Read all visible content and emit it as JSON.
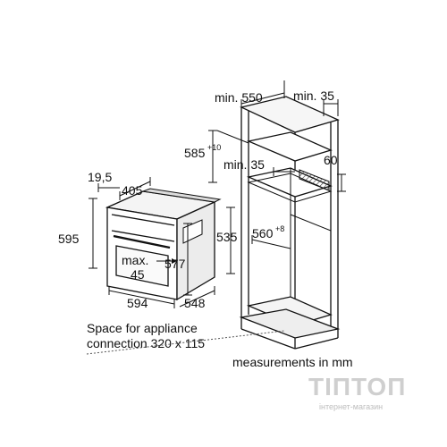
{
  "oven": {
    "width_label": "594",
    "height_label": "595",
    "depth_label": "548",
    "top_depth_label": "405",
    "offset_label": "19,5",
    "inner_height_label": "577",
    "inner_height2_label": "535",
    "max_label_line1": "max.",
    "max_label_line2": "45"
  },
  "cabinet": {
    "min_depth_label": "min. 550",
    "min_top_label": "min. 35",
    "niche_height_label": "585",
    "niche_height_tolerance": "+10",
    "min_gap_label": "min. 35",
    "vent_label": "60",
    "niche_width_label": "560",
    "niche_width_tolerance": "+8"
  },
  "notes": {
    "space_line1": "Space for appliance",
    "space_line2": "connection 320 x 115",
    "units": "measurements in mm"
  },
  "watermark": {
    "brand": "ТІПТОП",
    "subtitle": "інтернет-магазин"
  }
}
